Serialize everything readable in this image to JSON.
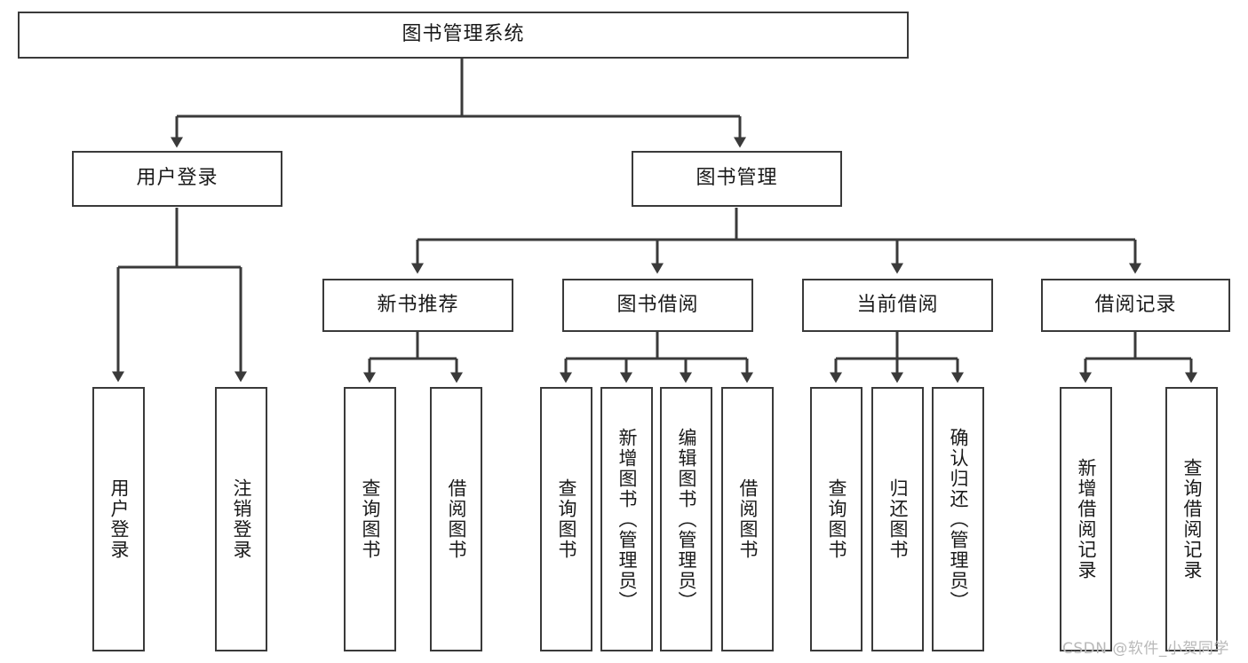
{
  "diagram": {
    "type": "tree-hierarchy-flowchart",
    "title": "图书管理系统",
    "line_color": "#3a3a3a",
    "box_fill": "#ffffff",
    "text_color": "#1a1a1a",
    "root": {
      "label": "图书管理系统"
    },
    "level2": [
      {
        "label": "用户登录"
      },
      {
        "label": "图书管理"
      }
    ],
    "level3": [
      {
        "label": "新书推荐"
      },
      {
        "label": "图书借阅"
      },
      {
        "label": "当前借阅"
      },
      {
        "label": "借阅记录"
      }
    ],
    "leaves": {
      "user_login": [
        {
          "label": "用户登录"
        },
        {
          "label": "注销登录"
        }
      ],
      "new_book_recommend": [
        {
          "label": "查询图书"
        },
        {
          "label": "借阅图书"
        }
      ],
      "book_borrow": [
        {
          "label": "查询图书"
        },
        {
          "label": "新增图书（管理员）"
        },
        {
          "label": "编辑图书（管理员）"
        },
        {
          "label": "借阅图书"
        }
      ],
      "current_borrow": [
        {
          "label": "查询图书"
        },
        {
          "label": "归还图书"
        },
        {
          "label": "确认归还（管理员）"
        }
      ],
      "borrow_record": [
        {
          "label": "新增借阅记录"
        },
        {
          "label": "查询借阅记录"
        }
      ]
    }
  },
  "watermark": {
    "text": "CSDN @软件_小贺同学"
  }
}
